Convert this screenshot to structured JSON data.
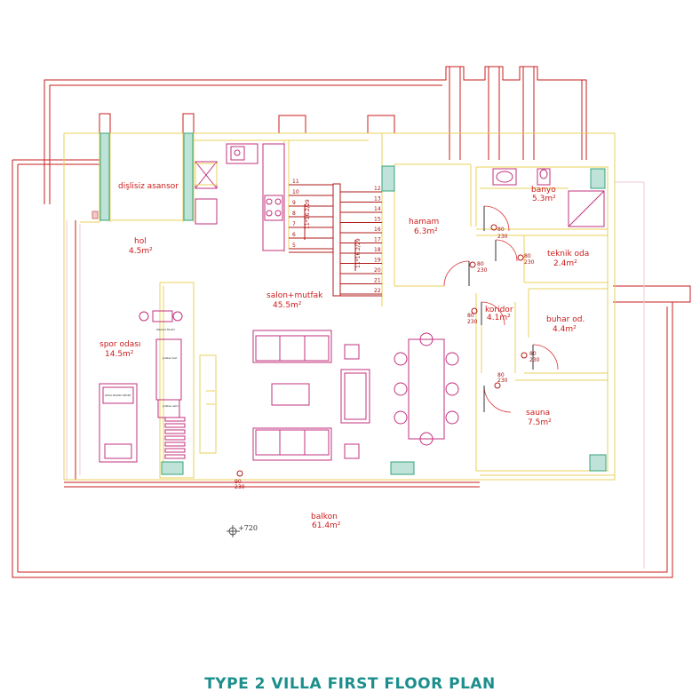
{
  "rooms": {
    "dislisiz_asansor": {
      "name": "dişlisiz asansor"
    },
    "hol": {
      "name": "hol",
      "area": "4.5m²"
    },
    "spor_odasi": {
      "name": "spor odası",
      "area": "14.5m²"
    },
    "salon_mutfak": {
      "name": "salon+mutfak",
      "area": "45.5m²"
    },
    "hamam": {
      "name": "hamam",
      "area": "6.3m²"
    },
    "banyo": {
      "name": "banyo",
      "area": "5.3m²"
    },
    "teknik_oda": {
      "name": "teknik oda",
      "area": "2.4m²"
    },
    "koridor": {
      "name": "koridor",
      "area": "4.1m²"
    },
    "buhar_od": {
      "name": "buhar od.",
      "area": "4.4m²"
    },
    "sauna": {
      "name": "sauna",
      "area": "7.5m²"
    },
    "balkon": {
      "name": "balkon",
      "area": "61.4m²"
    }
  },
  "stairs": {
    "left_steps": [
      "11",
      "10",
      "9",
      "8",
      "7",
      "6",
      "5"
    ],
    "right_steps": [
      "12",
      "13",
      "14",
      "15",
      "16",
      "17",
      "18",
      "19",
      "20",
      "21",
      "22"
    ],
    "left_dim": "11*16.2/29",
    "right_dim": "11*16.2/29"
  },
  "doors": {
    "hamam": {
      "w": "80",
      "h": "230"
    },
    "banyo": {
      "w": "80",
      "h": "230"
    },
    "teknik": {
      "w": "80",
      "h": "230"
    },
    "koridor": {
      "w": "80",
      "h": "230"
    },
    "buhar": {
      "w": "80",
      "h": "230"
    },
    "sauna": {
      "w": "80",
      "h": "230"
    },
    "balkon": {
      "w": "90",
      "h": "230"
    }
  },
  "level_marker": "+720",
  "title": "TYPE 2 VILLA FIRST FLOOR PLAN",
  "colors": {
    "outer_wall": "#c81e1e",
    "inner_wall": "#e9d25a",
    "furniture": "#c2307d",
    "title": "#1c8f8c",
    "hatch": "#bfe3d8"
  }
}
